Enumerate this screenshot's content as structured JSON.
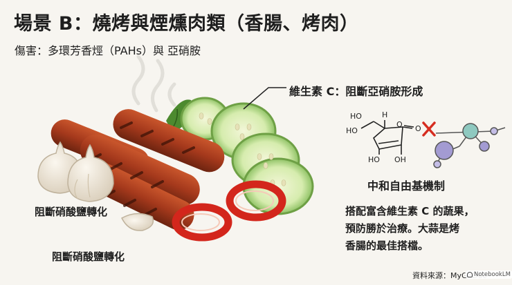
{
  "title": "場景 B：燒烤與煙燻肉類（香腸、烤肉）",
  "subtitle": "傷害：多環芳香烴（PAHs）與 亞硝胺",
  "labels": {
    "vitamin_c": "維生素 C：阻斷亞硝胺形成",
    "garlic_block_1": "阻斷硝酸鹽轉化",
    "garlic_block_2": "阻斷硝酸鹽轉化",
    "neutralize": "中和自由基機制"
  },
  "description_lines": [
    "搭配富含維生素 C 的蔬果，",
    "預防勝於治療。大蒜是烤",
    "香腸的最佳搭檔。"
  ],
  "source": "資料來源：MyGoDoc",
  "watermark": "NotebookLM",
  "chem": {
    "ho_top": "HO",
    "h": "H",
    "ho_left": "HO",
    "o_ring": "O",
    "o_carbonyl": "O",
    "ho_bottom": "HO",
    "oh_bottom": "OH"
  },
  "colors": {
    "sausage": "#a5391c",
    "pepper": "#d3261c",
    "cucumber": "#c7e39a",
    "garlic": "#ede4d6",
    "cross": "#d62d20",
    "molecule_purple": "#a39bd2",
    "molecule_teal": "#8fc9c0"
  }
}
